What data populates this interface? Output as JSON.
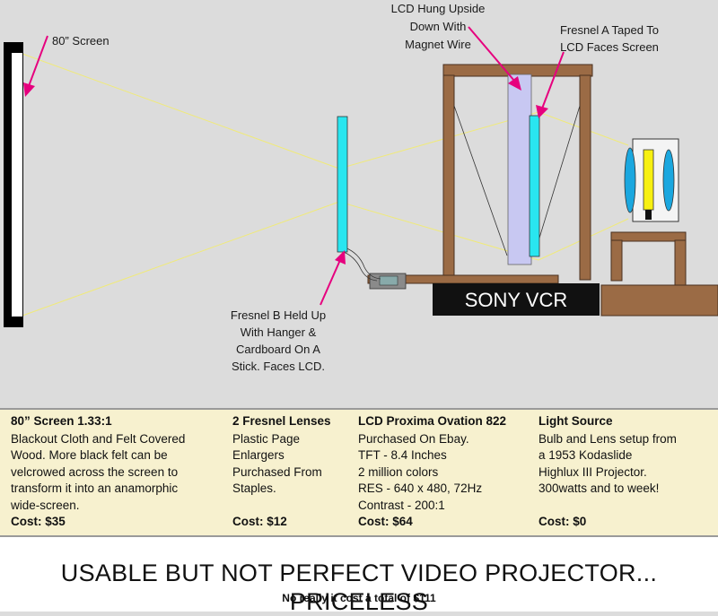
{
  "diagram": {
    "labels": {
      "screen": "80” Screen",
      "lcd_line1": "LCD Hung Upside",
      "lcd_line2": "Down With",
      "lcd_line3": "Magnet Wire",
      "fresnel_a_line1": "Fresnel A Taped To",
      "fresnel_a_line2": "LCD Faces Screen",
      "fresnel_b_line1": "Fresnel B Held Up",
      "fresnel_b_line2": "With Hanger &",
      "fresnel_b_line3": "Cardboard On A",
      "fresnel_b_line4": "Stick.  Faces LCD.",
      "vcr": "SONY VCR"
    },
    "colors": {
      "background": "#dcdcdc",
      "screen_frame": "#000000",
      "screen_surface": "#ffffff",
      "wood": "#9b6b45",
      "fresnel": "#29e6f0",
      "lcd": "#c8c8f2",
      "light_beam": "#f0ea7a",
      "bulb": "#f7f010",
      "lens": "#1aa7df",
      "arrow": "#e6007e",
      "vcr": "#111111"
    }
  },
  "specs": [
    {
      "title": "80” Screen 1.33:1",
      "lines": [
        "Blackout Cloth and Felt Covered",
        "Wood. More black felt can be",
        "velcrowed across the screen to",
        "transform it into an anamorphic",
        "wide-screen."
      ],
      "cost": "Cost: $35"
    },
    {
      "title": "2 Fresnel Lenses",
      "lines": [
        "Plastic Page",
        "Enlargers",
        "Purchased From",
        "Staples."
      ],
      "cost": "Cost: $12"
    },
    {
      "title": "LCD Proxima Ovation 822",
      "lines": [
        "Purchased On Ebay.",
        "TFT  -  8.4 Inches",
        "2 million colors",
        "RES - 640 x 480, 72Hz",
        "Contrast - 200:1"
      ],
      "cost": "Cost: $64"
    },
    {
      "title": "Light Source",
      "lines": [
        "Bulb and Lens setup from",
        "a 1953 Kodaslide",
        "Highlux III Projector.",
        "300watts and to week!"
      ],
      "cost": "Cost: $0"
    }
  ],
  "footer": {
    "title": "USABLE BUT NOT PERFECT VIDEO PROJECTOR... PRICELESS",
    "subtitle": "No really it cost a total of $111"
  }
}
